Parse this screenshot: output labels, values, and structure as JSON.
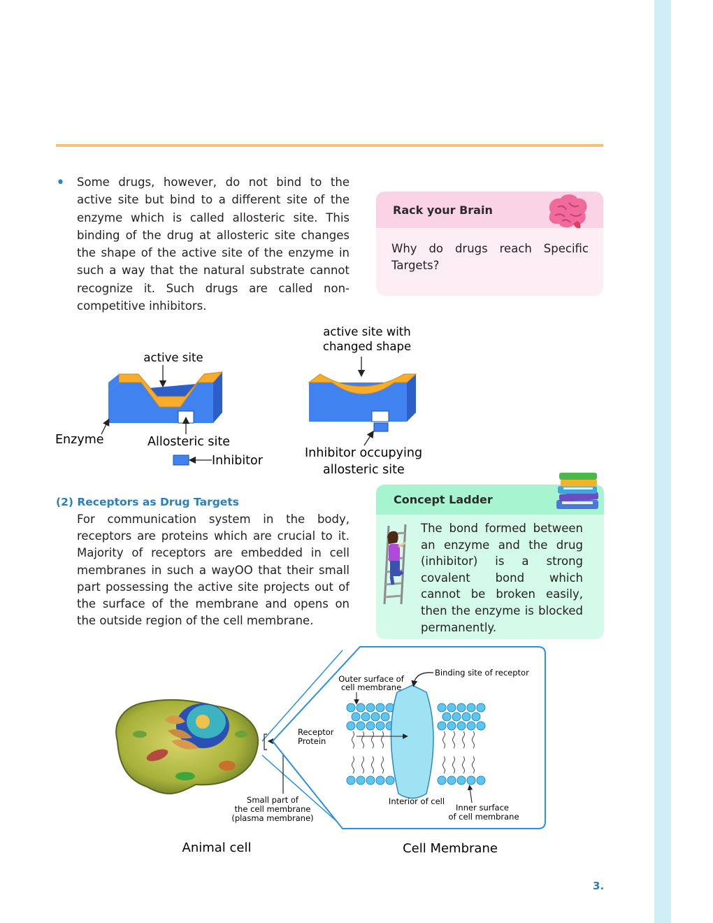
{
  "paragraph1": "Some drugs, however, do not bind to the active site but bind to a different site of the enzyme which is called allosteric site. This binding of the drug at allosteric site changes the shape of the active site of the enzyme in such a way that the natural substrate cannot recognize it. Such drugs are called non-competitive inhibitors.",
  "rack_box": {
    "title": "Rack your Brain",
    "question": "Why do drugs reach Specific Targets?"
  },
  "enzyme_figure": {
    "active_site": "active site",
    "active_site_changed_line1": "active site with",
    "active_site_changed_line2": "changed shape",
    "enzyme": "Enzyme",
    "allosteric_site": "Allosteric site",
    "inhibitor": "Inhibitor",
    "inhibitor_occupying_line1": "Inhibitor occupying",
    "inhibitor_occupying_line2": "allosteric site"
  },
  "section": {
    "heading": "(2) Receptors as Drug Targets",
    "body": "For communication system in the body, receptors are proteins which are crucial to it. Majority of receptors are embedded in cell membranes in such a wayOO that their small part possessing the active site projects out of the surface of the membrane and opens on the outside region of the cell membrane."
  },
  "concept_ladder": {
    "title": "Concept Ladder",
    "text": "The bond formed between an enzyme and the drug (inhibitor) is a strong covalent bond which cannot be broken easily, then the enzyme is blocked permanently."
  },
  "cell_figure": {
    "small_part_line1": "Small part of",
    "small_part_line2": "the cell membrane",
    "small_part_line3": "(plasma membrane)",
    "outer_surface_line1": "Outer surface of",
    "outer_surface_line2": "cell membrane",
    "binding_site": "Binding site of receptor",
    "receptor_line1": "Receptor",
    "receptor_line2": "Protein",
    "interior": "Interior of cell",
    "inner_surface_line1": "Inner surface",
    "inner_surface_line2": "of cell membrane",
    "animal_cell_caption": "Animal cell",
    "cell_membrane_caption": "Cell Membrane"
  },
  "page_number": "3.",
  "colors": {
    "accent_blue": "#2a7fc1",
    "rule_orange": "#f6bf7f",
    "enzyme_blue": "#3a78e6",
    "site_orange": "#f8ac2c",
    "rack_pink": "#fbd3e6",
    "ladder_green": "#a7f4d1",
    "side_strip": "#cfeef6"
  }
}
